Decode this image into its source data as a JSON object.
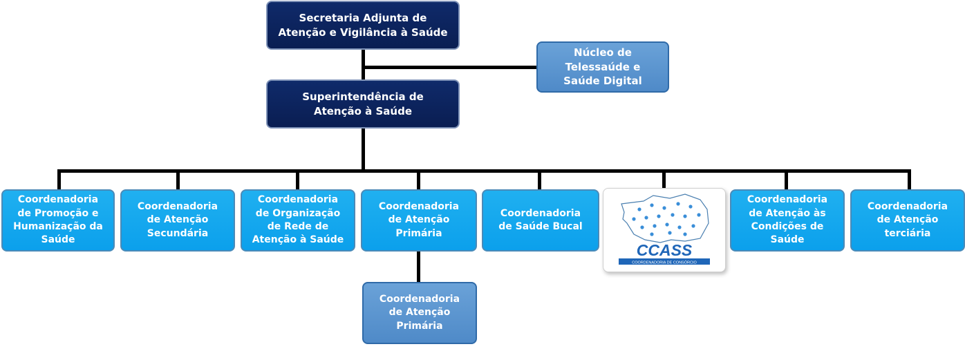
{
  "org": {
    "top": "Secretaria Adjunta de\nAtenção e Vigilância à Saúde",
    "side": "Núcleo de\nTelessaúde e\nSaúde Digital",
    "super": "Superintendência de\nAtenção à Saúde",
    "coordinations": [
      "Coordenadoria\nde Promoção e\nHumanização da\nSaúde",
      "Coordenadoria\nde Atenção\nSecundária",
      "Coordenadoria\nde Organização\nde Rede de\nAtenção à Saúde",
      "Coordenadoria\nde Atenção\nPrimária",
      "Coordenadoria\nde Saúde Bucal",
      "Coordenadoria\nde Atenção às\nCondições de\nSaúde",
      "Coordenadoria\nde Atenção\nterciária"
    ],
    "sub": "Coordenadoria\nde Atenção\nPrimária"
  },
  "logo": {
    "text": "CCASS",
    "subtitle": "COORDENADORIA DE CONSÓRCIO"
  },
  "colors": {
    "dark": "#0a1e52",
    "mid": "#5b97d1",
    "bright": "#12a8ee",
    "connector": "#000000"
  }
}
